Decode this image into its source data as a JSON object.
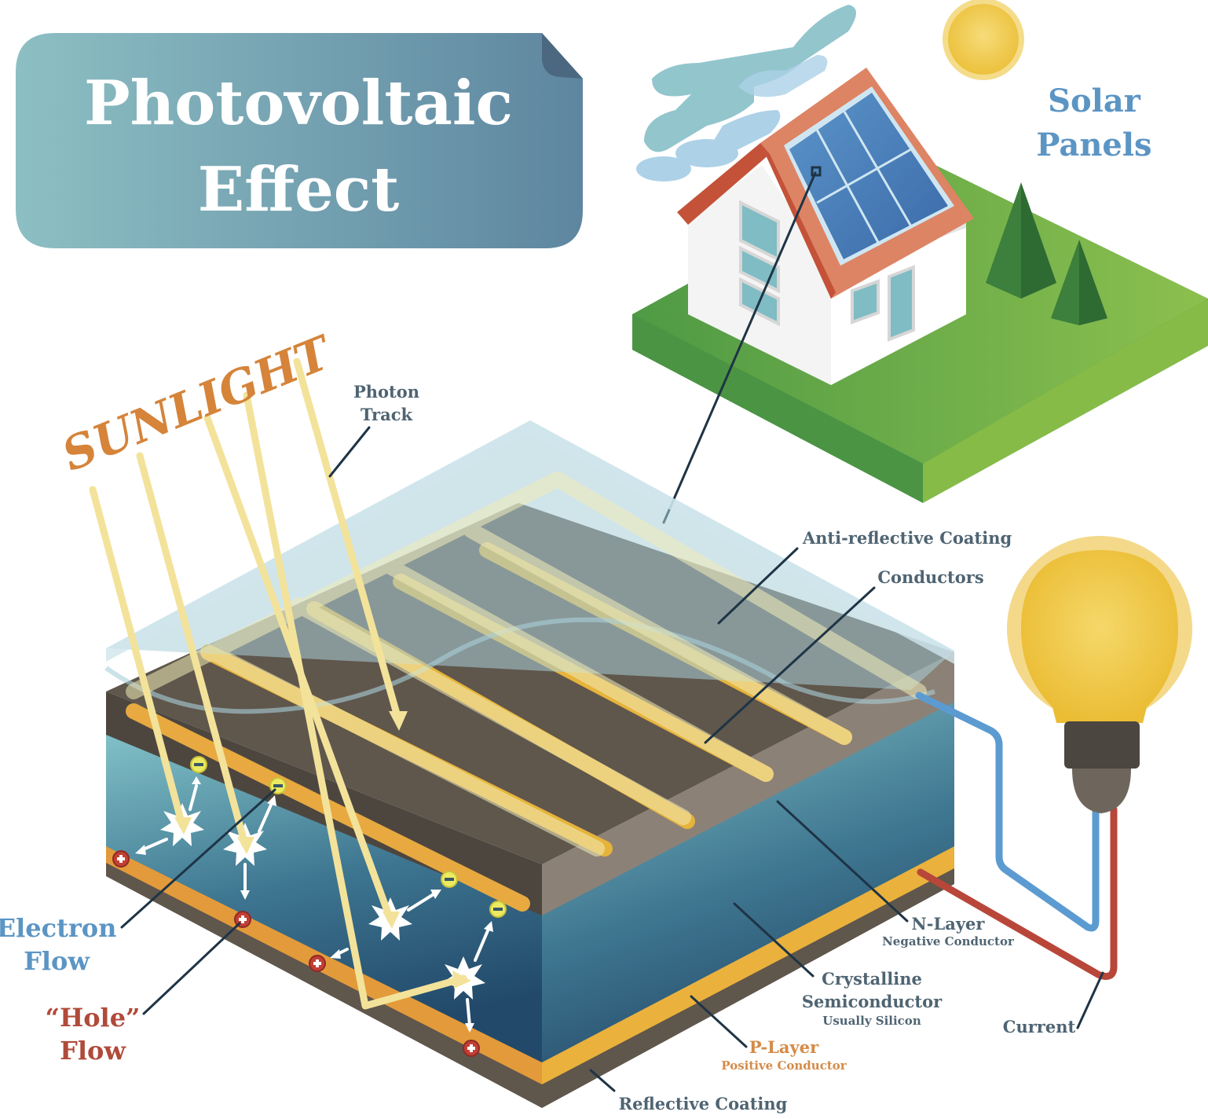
{
  "title": {
    "line1": "Photovoltaic",
    "line2": "Effect"
  },
  "house_label": {
    "line1": "Solar",
    "line2": "Panels"
  },
  "sunlight_label": "SUNLIGHT",
  "labels": {
    "photon_track": {
      "line1": "Photon",
      "line2": "Track"
    },
    "anti_reflective": "Anti-reflective Coating",
    "conductors": "Conductors",
    "n_layer": {
      "title": "N-Layer",
      "subtitle": "Negative Conductor"
    },
    "crystalline": {
      "line1": "Crystalline",
      "line2": "Semiconductor",
      "subtitle": "Usually Silicon"
    },
    "p_layer": {
      "title": "P-Layer",
      "subtitle": "Positive Conductor"
    },
    "reflective": "Reflective Coating",
    "current": "Current",
    "electron_flow": {
      "line1": "Electron",
      "line2": "Flow"
    },
    "hole_flow": {
      "line1": "“Hole”",
      "line2": "Flow"
    }
  },
  "charges": {
    "electron_symbol": "−",
    "hole_symbol": "+"
  },
  "colors": {
    "title_gradient_start": "#8cbfc3",
    "title_gradient_end": "#5e86a0",
    "sunlight": "#d5843a",
    "label_text": "#4f6472",
    "electron_blue": "#5b95c4",
    "hole_red": "#b04a3a",
    "p_layer_orange": "#d48b47",
    "n_layer_top": "#5f564c",
    "n_layer_side": "#8c8176",
    "semiconductor_dark": "#24506f",
    "semiconductor_light": "#7fbfc6",
    "conductor_gold": "#e9b83a",
    "wire_blue": "#5c9bd1",
    "wire_red": "#b8473a",
    "bulb_yellow": "#f1c84a",
    "grass_green": "#5ea84a"
  }
}
